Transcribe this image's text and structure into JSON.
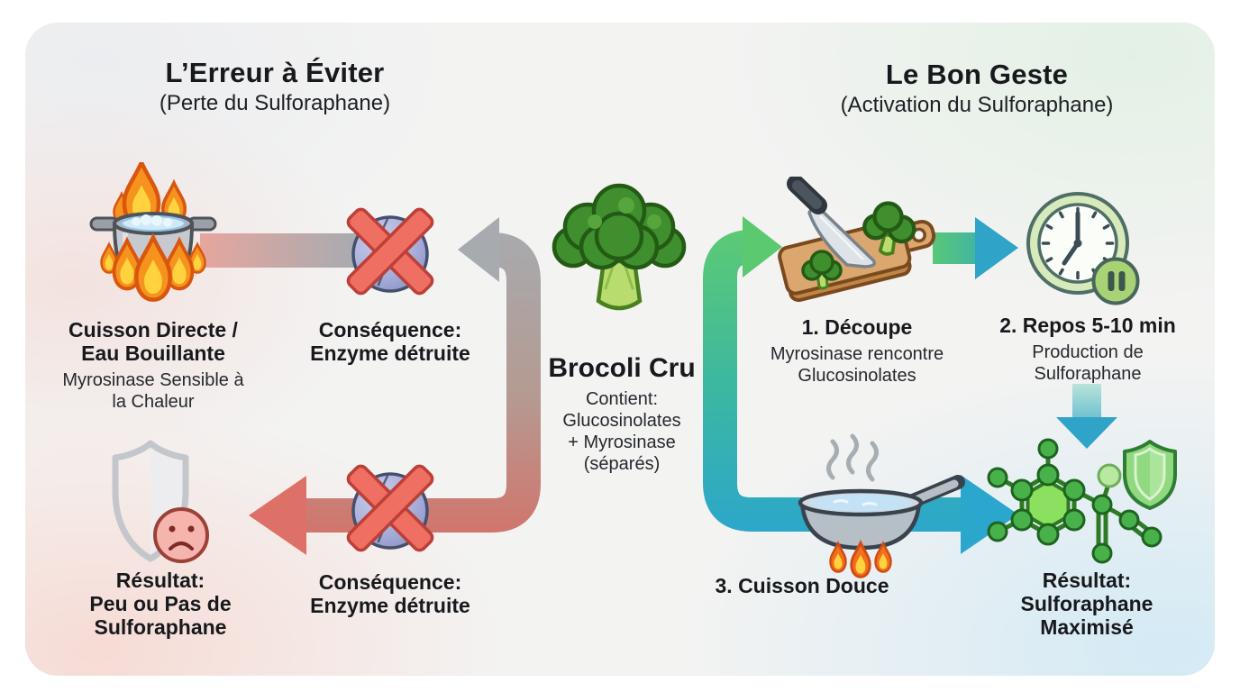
{
  "left": {
    "title": "L’Erreur à Éviter",
    "subtitle": "(Perte du Sulforaphane)",
    "boiling": {
      "label1": "Cuisson Directe /",
      "label2": "Eau Bouillante",
      "note1": "Myrosinase Sensible à",
      "note2": "la Chaleur"
    },
    "consequence_top": {
      "label1": "Conséquence:",
      "label2": "Enzyme détruite"
    },
    "consequence_bottom": {
      "label1": "Conséquence:",
      "label2": "Enzyme détruite"
    },
    "result": {
      "line1": "Résultat:",
      "line2": "Peu ou Pas de",
      "line3": "Sulforaphane"
    }
  },
  "center": {
    "title": "Brocoli Cru",
    "note1": "Contient:",
    "note2": "Glucosinolates",
    "note3": "+ Myrosinase",
    "note4": "(séparés)"
  },
  "right": {
    "title": "Le Bon Geste",
    "subtitle": "(Activation du Sulforaphane)",
    "step1": {
      "label": "1. Découpe",
      "note1": "Myrosinase rencontre",
      "note2": "Glucosinolates"
    },
    "step2": {
      "label": "2. Repos 5-10 min",
      "note1": "Production de",
      "note2": "Sulforaphane"
    },
    "step3": {
      "label": "3. Cuisson Douce"
    },
    "result": {
      "line1": "Résultat:",
      "line2": "Sulforaphane",
      "line3": "Maximisé"
    }
  },
  "icons": {
    "boiling_pot": "boiling-pot-on-fire",
    "destroyed_enzyme": "cracked-sphere-with-red-x",
    "failed_shield": "gray-shield-with-sad-face",
    "broccoli": "raw-broccoli",
    "cutting_board": "knife-cutting-broccoli-on-board",
    "rest_clock": "clock-with-pause-button",
    "steam_pan": "steaming-pan-over-flame",
    "sulforaphane_molecule": "green-molecule",
    "protect_shield": "green-shield"
  },
  "colors": {
    "error_red": "#dd7168",
    "neutral_gray": "#a7abb0",
    "success_green": "#5bc96f",
    "info_teal": "#2ba6cd",
    "bg_top_left": "#ecedf0",
    "bg_bottom_left": "#f7dbd5",
    "bg_top_right": "#e3f1e5",
    "bg_bottom_right": "#d4eaf5",
    "text": "#17191c"
  }
}
